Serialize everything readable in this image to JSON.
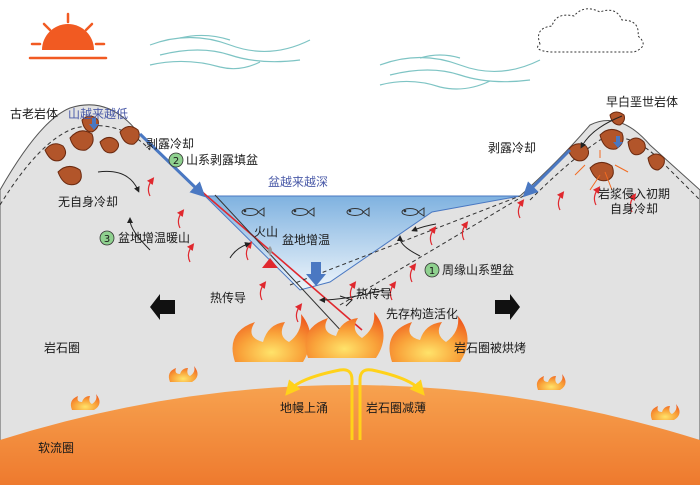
{
  "labels": {
    "ancient_rock": "古老岩体",
    "mountain_lower": "山越来越低",
    "exhumation_cooling_left": "剥露冷却",
    "mountain_fill_basin": "山系剥露填盆",
    "self_cooling": "无自身冷却",
    "basin_heats_mountain": "盆地增温暖山",
    "basin_deeper": "盆越来越深",
    "volcano": "火山",
    "basin_warming": "盆地增温",
    "heat_conduction_left": "热传导",
    "heat_conduction_right": "热传导",
    "peripheral_mountain_shape_basin": "周缘山系塑盆",
    "preexisting_structure_activation": "先存构造活化",
    "early_cretaceous_rock": "早白垩世岩体",
    "exhumation_cooling_right": "剥露冷却",
    "magma_intrusion_line1": "岩浆侵入初期",
    "magma_intrusion_line2": "自身冷却",
    "lithosphere": "岩石圈",
    "lithosphere_baked": "岩石圈被烘烤",
    "asthenosphere": "软流圈",
    "mantle_upwelling": "地幔上涌",
    "lithosphere_thinning": "岩石圈减薄"
  },
  "markers": {
    "one": "1",
    "two": "2",
    "three": "3"
  },
  "colors": {
    "sky_sun": "#f15a22",
    "mountain_fill": "#e2e2e2",
    "basin_water": "#9ec4e8",
    "mantle_orange": "#f28a3c",
    "flame": "#f26b21",
    "fault_red": "#e0282e",
    "arrow_blue": "#4a78c2",
    "badge_green": "#8fd18f",
    "rock_brown": "#b2552a"
  }
}
